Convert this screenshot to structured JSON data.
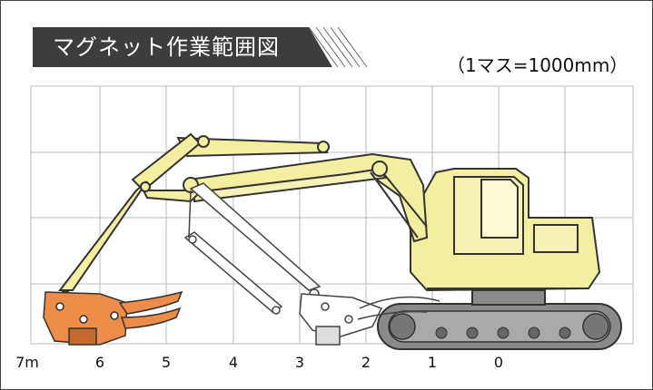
{
  "title": "マグネット作業範囲図",
  "scale_note": "（1マス=1000mm）",
  "axis": {
    "unit": "m",
    "labels": [
      "7",
      "6",
      "5",
      "4",
      "3",
      "2",
      "1",
      "0"
    ]
  },
  "colors": {
    "banner": "#3d3d3d",
    "machine_body": "#f4eea0",
    "machine_outline": "#333333",
    "attachment_orange": "#ee8c4a",
    "grid": "#bbbbbb",
    "track": "#888888"
  }
}
